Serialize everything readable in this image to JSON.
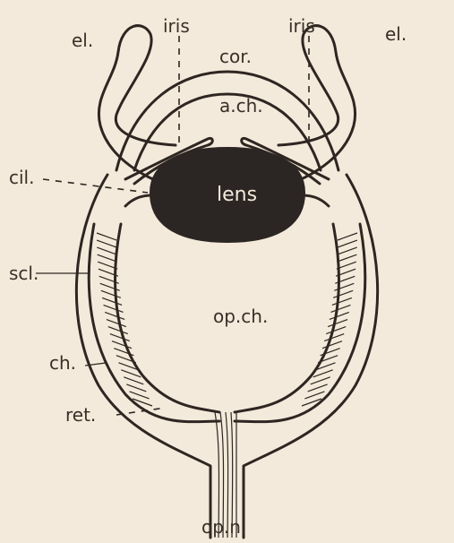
{
  "labels": {
    "el_left": "el.",
    "el_right": "el.",
    "iris_left": "iris",
    "iris_right": "iris",
    "cornea": "cor.",
    "anterior_chamber": "a.ch.",
    "ciliary": "cil.",
    "lens": "lens",
    "sclera": "scl.",
    "optic_chamber": "op.ch.",
    "choroid": "ch.",
    "retina": "ret.",
    "optic_nerve": "op.n."
  },
  "colors": {
    "paper": "#f3eadb",
    "ink": "#2f2622",
    "lens": "#2b2624"
  }
}
